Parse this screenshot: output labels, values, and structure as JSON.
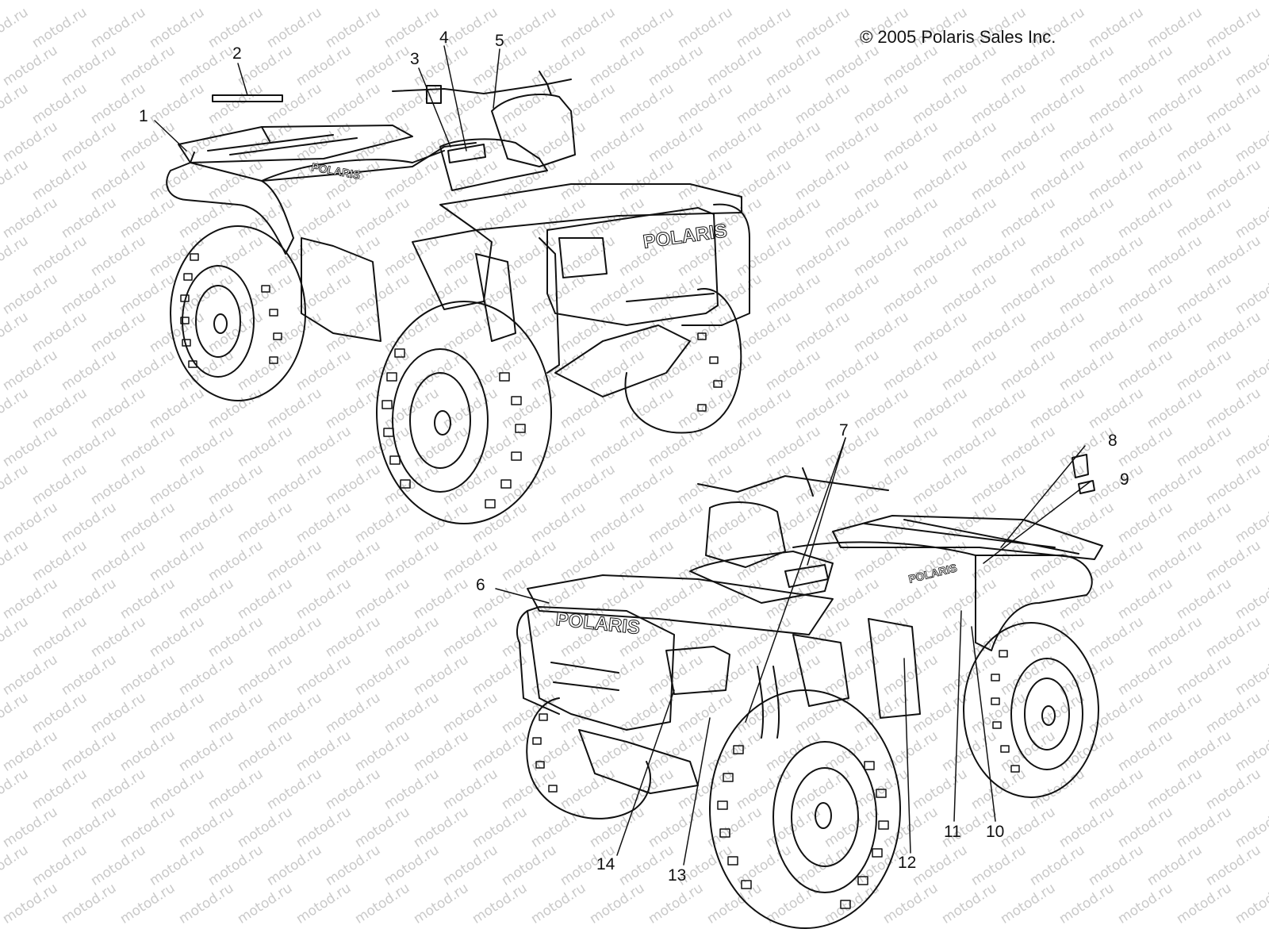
{
  "copyright": "© 2005 Polaris Sales Inc.",
  "watermark": "motod.ru",
  "brand_logo_text": "POLARIS",
  "callouts": [
    "1",
    "2",
    "3",
    "4",
    "5",
    "6",
    "7",
    "8",
    "9",
    "10",
    "11",
    "12",
    "13",
    "14"
  ]
}
